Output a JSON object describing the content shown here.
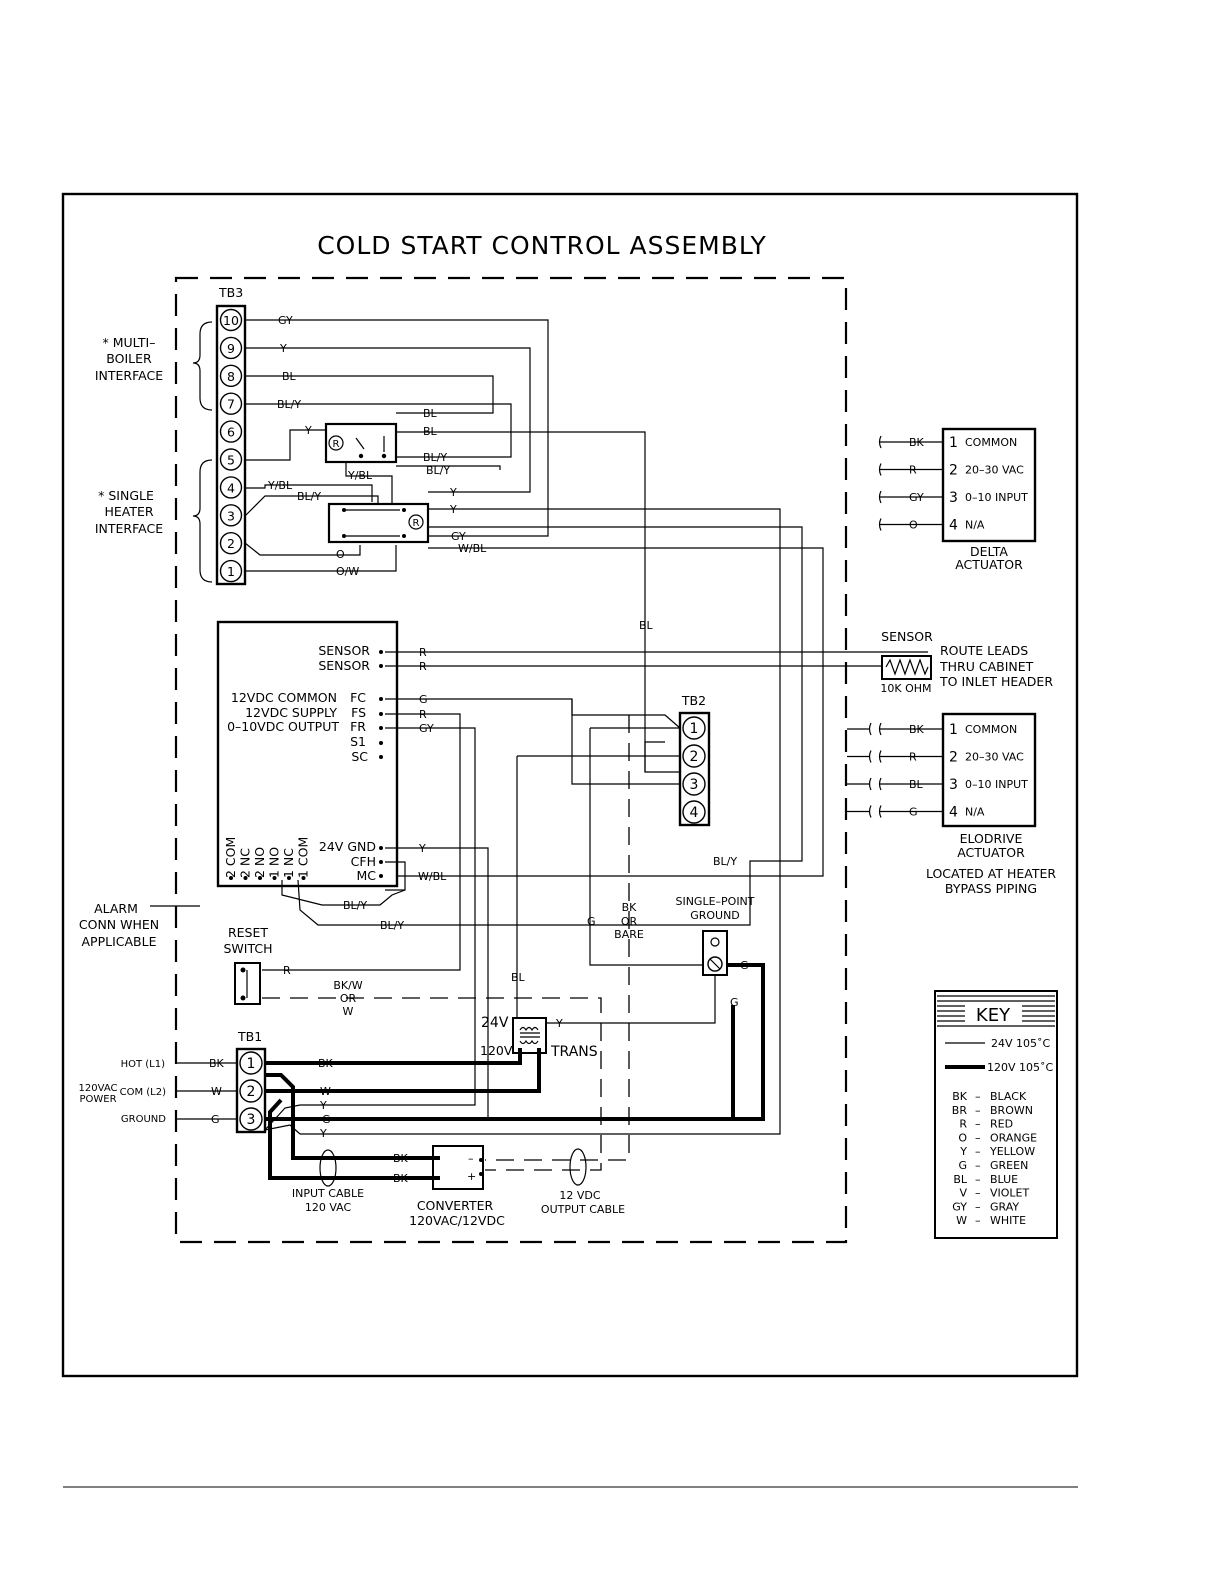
{
  "title": "COLD START CONTROL ASSEMBLY",
  "tb3": {
    "label": "TB3",
    "terminals": [
      "10",
      "9",
      "8",
      "7",
      "6",
      "5",
      "4",
      "3",
      "2",
      "1"
    ],
    "group_multi": [
      "* MULTI–",
      "BOILER",
      "INTERFACE"
    ],
    "group_single": [
      "* SINGLE",
      "HEATER",
      "INTERFACE"
    ]
  },
  "wires": {
    "gy": "GY",
    "y": "Y",
    "bl": "BL",
    "bly": "BL/Y",
    "ybl": "Y/BL",
    "o": "O",
    "ow": "O/W",
    "wbl": "W/BL",
    "r": "R",
    "g": "G",
    "bk": "BK",
    "w": "W",
    "bkw": "BK/W",
    "or": "OR",
    "bk_or": "BK",
    "or2": "OR",
    "bare": "BARE"
  },
  "relay_symbol": "R",
  "controller": {
    "sensor1": "SENSOR",
    "sensor2": "SENSOR",
    "common": "12VDC COMMON",
    "supply": "12VDC SUPPLY",
    "output": "0–10VDC OUTPUT",
    "fc": "FC",
    "fs": "FS",
    "fr": "FR",
    "s1": "S1",
    "sc": "SC",
    "gnd": "24V GND",
    "cfh": "CFH",
    "mc": "MC",
    "alarm_pins": [
      "2 COM",
      "2 NC",
      "2 NO",
      "1 NO",
      "1 NC",
      "1 COM"
    ]
  },
  "delta": {
    "title": [
      "DELTA",
      "ACTUATOR"
    ],
    "rows": [
      {
        "wire": "BK",
        "num": "1",
        "name": "COMMON"
      },
      {
        "wire": "R",
        "num": "2",
        "name": "20–30 VAC"
      },
      {
        "wire": "GY",
        "num": "3",
        "name": "0–10 INPUT"
      },
      {
        "wire": "O",
        "num": "4",
        "name": "N/A"
      }
    ]
  },
  "sensor": {
    "label": "SENSOR",
    "ohm": "10K OHM",
    "route": [
      "ROUTE LEADS",
      "THRU CABINET",
      "TO INLET HEADER"
    ]
  },
  "tb2": {
    "label": "TB2",
    "terminals": [
      "1",
      "2",
      "3",
      "4"
    ]
  },
  "elodrive": {
    "title": [
      "ELODRIVE",
      "ACTUATOR"
    ],
    "location": [
      "LOCATED AT HEATER",
      "BYPASS PIPING"
    ],
    "rows": [
      {
        "wire": "BK",
        "num": "1",
        "name": "COMMON"
      },
      {
        "wire": "R",
        "num": "2",
        "name": "20–30 VAC"
      },
      {
        "wire": "BL",
        "num": "3",
        "name": "0–10 INPUT"
      },
      {
        "wire": "G",
        "num": "4",
        "name": "N/A"
      }
    ]
  },
  "alarm": [
    "ALARM",
    "CONN WHEN",
    "APPLICABLE"
  ],
  "reset": [
    "RESET",
    "SWITCH"
  ],
  "ground": [
    "SINGLE–POINT",
    "GROUND"
  ],
  "trans": {
    "v24": "24V",
    "v120": "120V",
    "label": "TRANS"
  },
  "tb1": {
    "label": "TB1",
    "terminals": [
      "1",
      "2",
      "3"
    ],
    "hot": "HOT (L1)",
    "power1": "120VAC",
    "power2": "POWER",
    "com": "COM (L2)",
    "ground": "GROUND"
  },
  "converter": {
    "label1": "CONVERTER",
    "label2": "120VAC/12VDC",
    "minus": "–",
    "plus": "+"
  },
  "input_cable": [
    "INPUT CABLE",
    "120 VAC"
  ],
  "output_cable": [
    "12 VDC",
    "OUTPUT CABLE"
  ],
  "key": {
    "title": "KEY",
    "v24": "24V 105˚C",
    "v120": "120V 105˚C",
    "colors": [
      {
        "code": "BK",
        "name": "BLACK"
      },
      {
        "code": "BR",
        "name": "BROWN"
      },
      {
        "code": "R",
        "name": "RED"
      },
      {
        "code": "O",
        "name": "ORANGE"
      },
      {
        "code": "Y",
        "name": "YELLOW"
      },
      {
        "code": "G",
        "name": "GREEN"
      },
      {
        "code": "BL",
        "name": "BLUE"
      },
      {
        "code": "V",
        "name": "VIOLET"
      },
      {
        "code": "GY",
        "name": "GRAY"
      },
      {
        "code": "W",
        "name": "WHITE"
      }
    ]
  }
}
